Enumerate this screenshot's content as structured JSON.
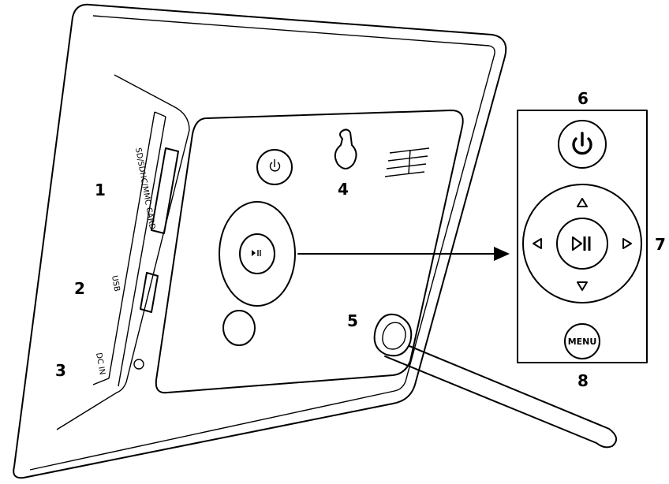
{
  "callouts": {
    "c1": "1",
    "c2": "2",
    "c3": "3",
    "c4": "4",
    "c5": "5",
    "c6": "6",
    "c7": "7",
    "c8": "8"
  },
  "ports": {
    "card_slot": "SD/SDHC/MMC CARD",
    "usb": "USB",
    "dc_in": "DC IN"
  },
  "buttons": {
    "menu": "MENU"
  },
  "icons": {
    "power": "power-icon",
    "play_pause": "play-pause-icon",
    "up": "arrow-up-icon",
    "down": "arrow-down-icon",
    "left": "arrow-left-icon",
    "right": "arrow-right-icon"
  }
}
